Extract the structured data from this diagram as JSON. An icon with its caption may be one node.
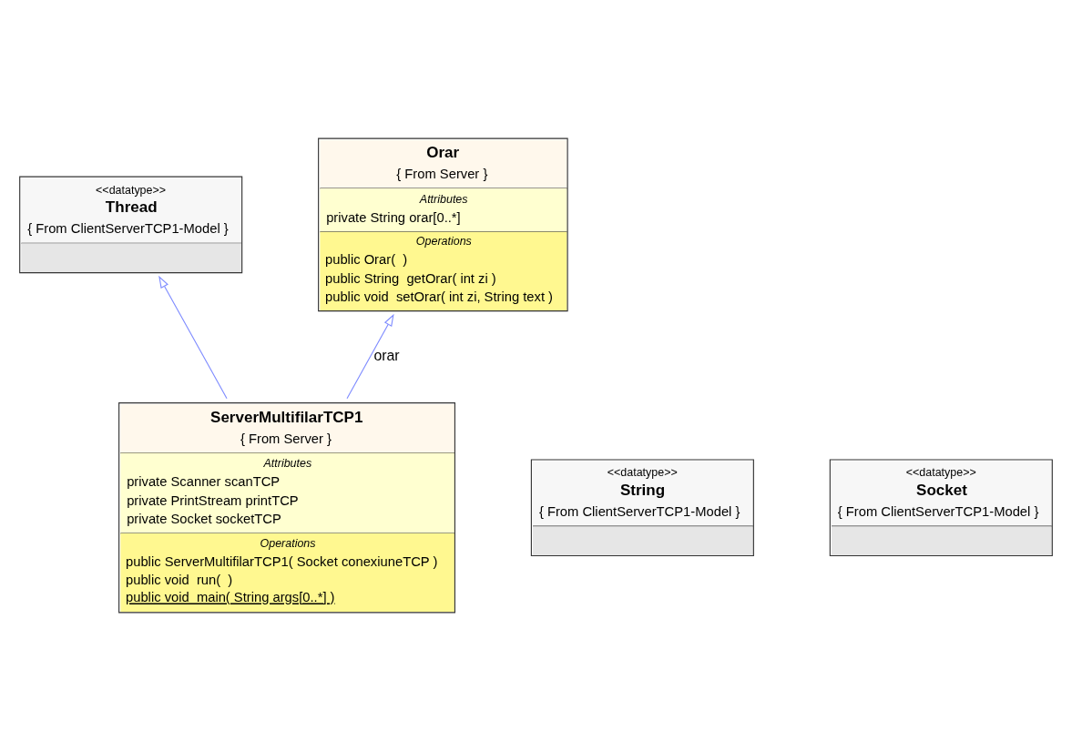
{
  "diagram": {
    "nodes": [
      {
        "text": [
          "<<datatype>>",
          "Thread",
          "{ From ClientServerTCP1-Model }"
        ]
      },
      {
        "text": [
          "Orar",
          "{ From Server }",
          "Attributes",
          "private String orar[0..*]",
          "Operations",
          "public Orar(  )",
          "public String  getOrar( int zi )",
          "public void  setOrar( int zi, String text )"
        ]
      },
      {
        "text": [
          "ServerMultifilarTCP1",
          "{ From Server }",
          "Attributes",
          "private Scanner scanTCP",
          "private PrintStream printTCP",
          "private Socket socketTCP",
          "Operations",
          "public ServerMultifilarTCP1( Socket conexiuneTCP )",
          "public void  run(  )",
          "public void  main( String args[0..*] )"
        ]
      },
      {
        "text": [
          "<<datatype>>",
          "String",
          "{ From ClientServerTCP1-Model }"
        ]
      },
      {
        "text": [
          "<<datatype>>",
          "Socket",
          "{ From ClientServerTCP1-Model }"
        ]
      }
    ],
    "edges": [
      {
        "from": 2,
        "to": 0,
        "arrow": "to"
      },
      {
        "from": 2,
        "to": 1,
        "arrow": "to",
        "label": "orar"
      }
    ]
  }
}
